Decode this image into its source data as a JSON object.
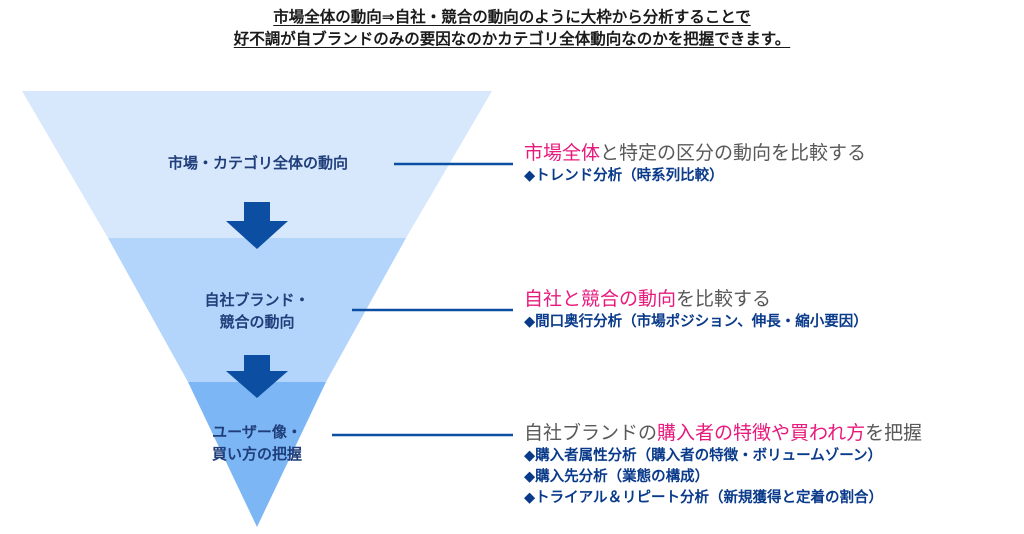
{
  "header": {
    "line1": "市場全体の動向⇒自社・競合の動向のように大枠から分析することで",
    "line2": "好不調が自ブランドのみの要因なのかカテゴリ全体動向なのかを把握できます。"
  },
  "colors": {
    "layer1": "#d7e8fc",
    "layer2": "#b3d5fb",
    "layer3": "#7db6f5",
    "arrow": "#0b4ea2",
    "line": "#0b4ea2",
    "highlight": "#e8197d",
    "bullet": "#0a3a8a"
  },
  "funnel": {
    "layer1_label": [
      "市場・カテゴリ全体の動向"
    ],
    "layer2_label": [
      "自社ブランド・",
      "競合の動向"
    ],
    "layer3_label": [
      "ユーザー像・",
      "買い方の把握"
    ]
  },
  "descriptions": [
    {
      "main": [
        {
          "t": "市場全体",
          "hl": true
        },
        {
          "t": "と特定の区分の動向を比較する",
          "hl": false
        }
      ],
      "bullets": [
        "◆トレンド分析（時系列比較）"
      ]
    },
    {
      "main": [
        {
          "t": "自社と競合の動向",
          "hl": true
        },
        {
          "t": "を比較する",
          "hl": false
        }
      ],
      "bullets": [
        "◆間口奥行分析（市場ポジション、伸長・縮小要因）"
      ]
    },
    {
      "main": [
        {
          "t": "自社ブランドの",
          "hl": false
        },
        {
          "t": "購入者の特徴や買われ方",
          "hl": true
        },
        {
          "t": "を把握",
          "hl": false
        }
      ],
      "bullets": [
        "◆購入者属性分析（購入者の特徴・ボリュームゾーン）",
        "◆購入先分析（業態の構成）",
        "◆トライアル＆リピート分析（新規獲得と定着の割合）"
      ]
    }
  ]
}
